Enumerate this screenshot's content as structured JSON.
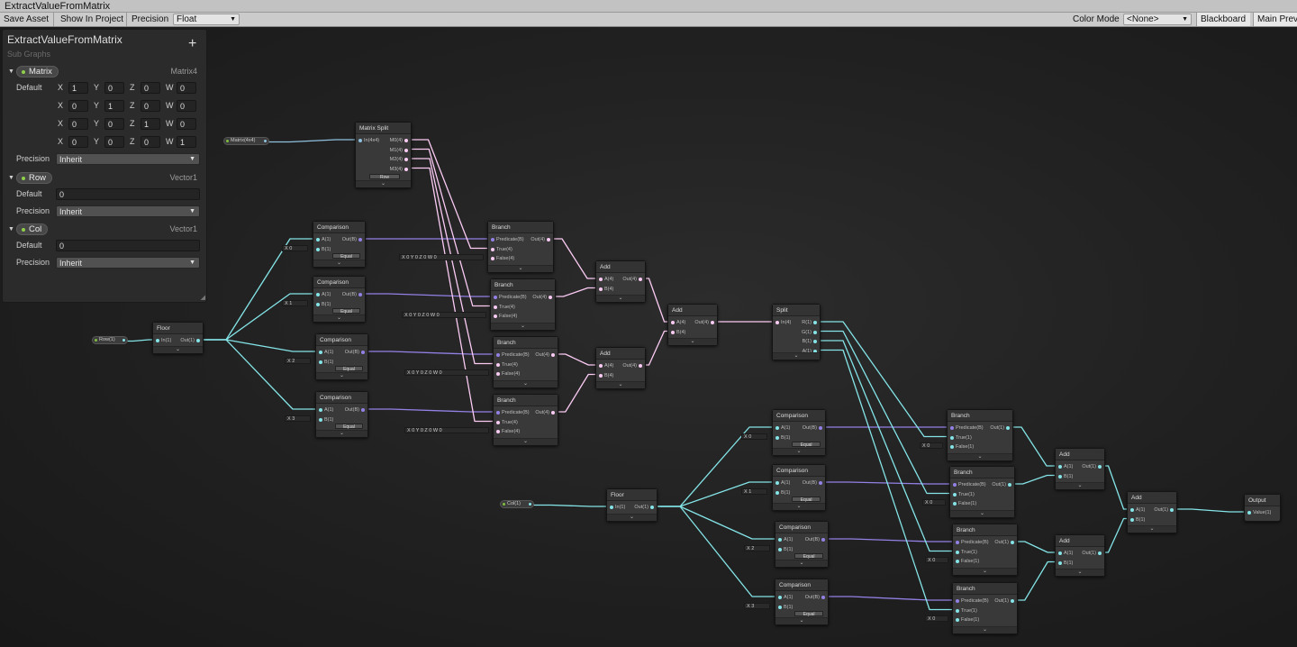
{
  "window": {
    "title": "ExtractValueFromMatrix"
  },
  "toolbar": {
    "save_asset": "Save Asset",
    "show_in_project": "Show In Project",
    "precision_label": "Precision",
    "precision_value": "Float",
    "color_mode_label": "Color Mode",
    "color_mode_value": "<None>",
    "blackboard": "Blackboard",
    "main_preview": "Main Prev"
  },
  "blackboard": {
    "title": "ExtractValueFromMatrix",
    "subtitle": "Sub Graphs",
    "add_icon": "+",
    "properties": [
      {
        "name": "Matrix",
        "type": "Matrix4",
        "default_label": "Default",
        "matrix": [
          [
            "1",
            "0",
            "0",
            "0"
          ],
          [
            "0",
            "1",
            "0",
            "0"
          ],
          [
            "0",
            "0",
            "1",
            "0"
          ],
          [
            "0",
            "0",
            "0",
            "1"
          ]
        ],
        "precision_label": "Precision",
        "precision": "Inherit"
      },
      {
        "name": "Row",
        "type": "Vector1",
        "default_label": "Default",
        "default": "0",
        "precision_label": "Precision",
        "precision": "Inherit"
      },
      {
        "name": "Col",
        "type": "Vector1",
        "default_label": "Default",
        "default": "0",
        "precision_label": "Precision",
        "precision": "Inherit"
      }
    ],
    "axes": [
      "X",
      "Y",
      "Z",
      "W"
    ]
  },
  "colors": {
    "vector1": "#84e4e7",
    "vector4": "#fbcbf4",
    "boolean": "#9481e6",
    "matrix": "#8fc1df",
    "green": "#8fd04a"
  },
  "graph": {
    "property_nodes": [
      {
        "id": "p-matrix",
        "label": "Matrix(4x4)"
      },
      {
        "id": "p-row",
        "label": "Row(1)"
      },
      {
        "id": "p-col",
        "label": "Col(1)"
      }
    ],
    "nodes": [
      {
        "id": "msplit",
        "title": "Matrix Split",
        "inputs": [
          [
            "In(4x4)",
            "matrix"
          ]
        ],
        "outputs": [
          [
            "M0(4)",
            "vector4"
          ],
          [
            "M1(4)",
            "vector4"
          ],
          [
            "M2(4)",
            "vector4"
          ],
          [
            "M3(4)",
            "vector4"
          ]
        ],
        "dropdown": "Row"
      },
      {
        "id": "floor1",
        "title": "Floor",
        "inputs": [
          [
            "In(1)",
            "vector1"
          ]
        ],
        "outputs": [
          [
            "Out(1)",
            "vector1"
          ]
        ]
      },
      {
        "id": "cmpA0",
        "title": "Comparison",
        "inputs": [
          [
            "A(1)",
            "vector1"
          ],
          [
            "B(1)",
            "vector1"
          ]
        ],
        "outputs": [
          [
            "Out(B)",
            "boolean"
          ]
        ],
        "dropdown": "Equal",
        "inval": "0"
      },
      {
        "id": "cmpA1",
        "title": "Comparison",
        "inputs": [
          [
            "A(1)",
            "vector1"
          ],
          [
            "B(1)",
            "vector1"
          ]
        ],
        "outputs": [
          [
            "Out(B)",
            "boolean"
          ]
        ],
        "dropdown": "Equal",
        "inval": "1"
      },
      {
        "id": "cmpA2",
        "title": "Comparison",
        "inputs": [
          [
            "A(1)",
            "vector1"
          ],
          [
            "B(1)",
            "vector1"
          ]
        ],
        "outputs": [
          [
            "Out(B)",
            "boolean"
          ]
        ],
        "dropdown": "Equal",
        "inval": "2"
      },
      {
        "id": "cmpA3",
        "title": "Comparison",
        "inputs": [
          [
            "A(1)",
            "vector1"
          ],
          [
            "B(1)",
            "vector1"
          ]
        ],
        "outputs": [
          [
            "Out(B)",
            "boolean"
          ]
        ],
        "dropdown": "Equal",
        "inval": "3"
      },
      {
        "id": "brA0",
        "title": "Branch",
        "inputs": [
          [
            "Predicate(B)",
            "boolean"
          ],
          [
            "True(4)",
            "vector4"
          ],
          [
            "False(4)",
            "vector4"
          ]
        ],
        "outputs": [
          [
            "Out(4)",
            "vector4"
          ]
        ]
      },
      {
        "id": "brA1",
        "title": "Branch",
        "inputs": [
          [
            "Predicate(B)",
            "boolean"
          ],
          [
            "True(4)",
            "vector4"
          ],
          [
            "False(4)",
            "vector4"
          ]
        ],
        "outputs": [
          [
            "Out(4)",
            "vector4"
          ]
        ]
      },
      {
        "id": "brA2",
        "title": "Branch",
        "inputs": [
          [
            "Predicate(B)",
            "boolean"
          ],
          [
            "True(4)",
            "vector4"
          ],
          [
            "False(4)",
            "vector4"
          ]
        ],
        "outputs": [
          [
            "Out(4)",
            "vector4"
          ]
        ]
      },
      {
        "id": "brA3",
        "title": "Branch",
        "inputs": [
          [
            "Predicate(B)",
            "boolean"
          ],
          [
            "True(4)",
            "vector4"
          ],
          [
            "False(4)",
            "vector4"
          ]
        ],
        "outputs": [
          [
            "Out(4)",
            "vector4"
          ]
        ]
      },
      {
        "id": "addA1",
        "title": "Add",
        "inputs": [
          [
            "A(4)",
            "vector4"
          ],
          [
            "B(4)",
            "vector4"
          ]
        ],
        "outputs": [
          [
            "Out(4)",
            "vector4"
          ]
        ]
      },
      {
        "id": "addA2",
        "title": "Add",
        "inputs": [
          [
            "A(4)",
            "vector4"
          ],
          [
            "B(4)",
            "vector4"
          ]
        ],
        "outputs": [
          [
            "Out(4)",
            "vector4"
          ]
        ]
      },
      {
        "id": "addA3",
        "title": "Add",
        "inputs": [
          [
            "A(4)",
            "vector4"
          ],
          [
            "B(4)",
            "vector4"
          ]
        ],
        "outputs": [
          [
            "Out(4)",
            "vector4"
          ]
        ]
      },
      {
        "id": "split",
        "title": "Split",
        "inputs": [
          [
            "In(4)",
            "vector4"
          ]
        ],
        "outputs": [
          [
            "R(1)",
            "vector1"
          ],
          [
            "G(1)",
            "vector1"
          ],
          [
            "B(1)",
            "vector1"
          ],
          [
            "A(1)",
            "vector1"
          ]
        ]
      },
      {
        "id": "floor2",
        "title": "Floor",
        "inputs": [
          [
            "In(1)",
            "vector1"
          ]
        ],
        "outputs": [
          [
            "Out(1)",
            "vector1"
          ]
        ]
      },
      {
        "id": "cmpB0",
        "title": "Comparison",
        "inputs": [
          [
            "A(1)",
            "vector1"
          ],
          [
            "B(1)",
            "vector1"
          ]
        ],
        "outputs": [
          [
            "Out(B)",
            "boolean"
          ]
        ],
        "dropdown": "Equal",
        "inval": "0"
      },
      {
        "id": "cmpB1",
        "title": "Comparison",
        "inputs": [
          [
            "A(1)",
            "vector1"
          ],
          [
            "B(1)",
            "vector1"
          ]
        ],
        "outputs": [
          [
            "Out(B)",
            "boolean"
          ]
        ],
        "dropdown": "Equal",
        "inval": "1"
      },
      {
        "id": "cmpB2",
        "title": "Comparison",
        "inputs": [
          [
            "A(1)",
            "vector1"
          ],
          [
            "B(1)",
            "vector1"
          ]
        ],
        "outputs": [
          [
            "Out(B)",
            "boolean"
          ]
        ],
        "dropdown": "Equal",
        "inval": "2"
      },
      {
        "id": "cmpB3",
        "title": "Comparison",
        "inputs": [
          [
            "A(1)",
            "vector1"
          ],
          [
            "B(1)",
            "vector1"
          ]
        ],
        "outputs": [
          [
            "Out(B)",
            "boolean"
          ]
        ],
        "dropdown": "Equal",
        "inval": "3"
      },
      {
        "id": "brB0",
        "title": "Branch",
        "inputs": [
          [
            "Predicate(B)",
            "boolean"
          ],
          [
            "True(1)",
            "vector1"
          ],
          [
            "False(1)",
            "vector1"
          ]
        ],
        "outputs": [
          [
            "Out(1)",
            "vector1"
          ]
        ]
      },
      {
        "id": "brB1",
        "title": "Branch",
        "inputs": [
          [
            "Predicate(B)",
            "boolean"
          ],
          [
            "True(1)",
            "vector1"
          ],
          [
            "False(1)",
            "vector1"
          ]
        ],
        "outputs": [
          [
            "Out(1)",
            "vector1"
          ]
        ]
      },
      {
        "id": "brB2",
        "title": "Branch",
        "inputs": [
          [
            "Predicate(B)",
            "boolean"
          ],
          [
            "True(1)",
            "vector1"
          ],
          [
            "False(1)",
            "vector1"
          ]
        ],
        "outputs": [
          [
            "Out(1)",
            "vector1"
          ]
        ]
      },
      {
        "id": "brB3",
        "title": "Branch",
        "inputs": [
          [
            "Predicate(B)",
            "boolean"
          ],
          [
            "True(1)",
            "vector1"
          ],
          [
            "False(1)",
            "vector1"
          ]
        ],
        "outputs": [
          [
            "Out(1)",
            "vector1"
          ]
        ]
      },
      {
        "id": "addB1",
        "title": "Add",
        "inputs": [
          [
            "A(1)",
            "vector1"
          ],
          [
            "B(1)",
            "vector1"
          ]
        ],
        "outputs": [
          [
            "Out(1)",
            "vector1"
          ]
        ]
      },
      {
        "id": "addB2",
        "title": "Add",
        "inputs": [
          [
            "A(1)",
            "vector1"
          ],
          [
            "B(1)",
            "vector1"
          ]
        ],
        "outputs": [
          [
            "Out(1)",
            "vector1"
          ]
        ]
      },
      {
        "id": "addB3",
        "title": "Add",
        "inputs": [
          [
            "A(1)",
            "vector1"
          ],
          [
            "B(1)",
            "vector1"
          ]
        ],
        "outputs": [
          [
            "Out(1)",
            "vector1"
          ]
        ]
      },
      {
        "id": "output",
        "title": "Output",
        "inputs": [
          [
            "Value(1)",
            "vector1"
          ]
        ],
        "outputs": []
      }
    ],
    "vec4_field": {
      "x": "0",
      "y": "0",
      "z": "0",
      "w": "0"
    },
    "vec1_field": {
      "x": "0"
    }
  }
}
